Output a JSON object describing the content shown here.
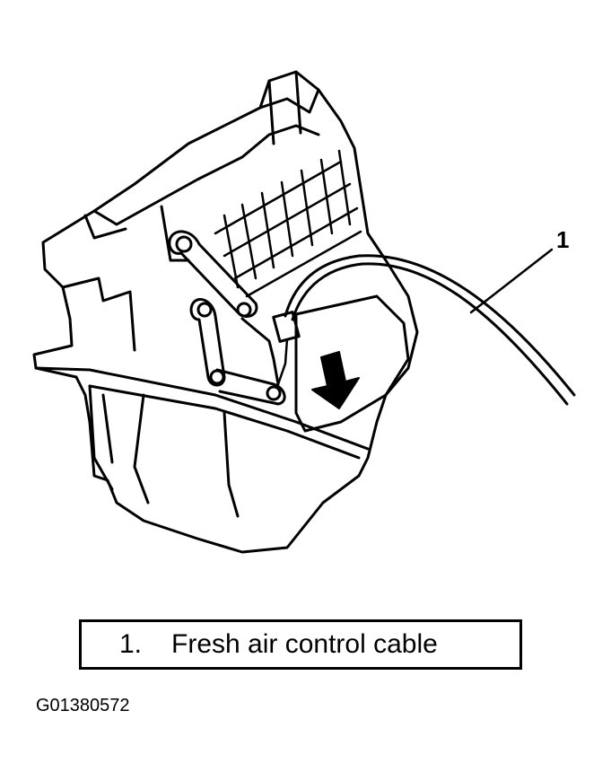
{
  "diagram": {
    "callout_number": "1",
    "colors": {
      "stroke": "#000000",
      "background": "#ffffff"
    }
  },
  "legend": {
    "number": "1.",
    "text": "Fresh air control cable"
  },
  "figure_id": "G01380572"
}
